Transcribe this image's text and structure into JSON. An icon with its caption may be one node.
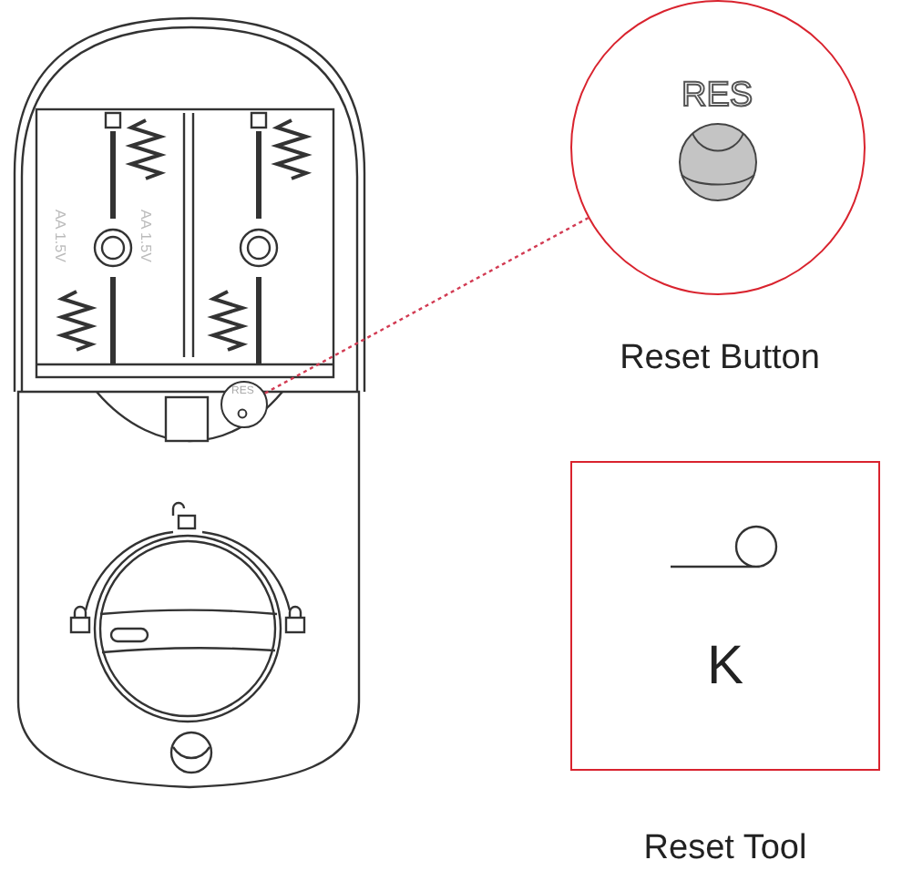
{
  "diagram": {
    "nodes": [
      {
        "text": [
          "RES"
        ]
      },
      {
        "text": [
          "RES"
        ],
        "beside": [
          "Reset Button"
        ]
      },
      {
        "text": [
          "K"
        ],
        "beside": [
          "Reset Tool"
        ]
      }
    ],
    "edges": [
      {
        "from": 0,
        "to": 1,
        "arrow": "none",
        "style": "dashed",
        "color": "#d23a52"
      }
    ],
    "labels": [
      "AA 1.5V",
      "AA 1.5V"
    ]
  }
}
